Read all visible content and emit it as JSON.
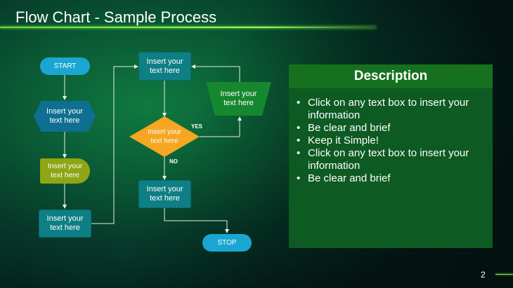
{
  "slide": {
    "title": "Flow Chart - Sample Process",
    "page_number": "2"
  },
  "flowchart": {
    "start": "START",
    "step_hex": [
      "Insert your",
      "text here"
    ],
    "step_lozenge": [
      "Insert your",
      "text here"
    ],
    "step_left_bottom": [
      "Insert your",
      "text here"
    ],
    "step_top": [
      "Insert your",
      "text here"
    ],
    "decision": [
      "Insert your",
      "text here"
    ],
    "step_trap": [
      "Insert your",
      "text here"
    ],
    "step_after_no": [
      "Insert your",
      "text here"
    ],
    "yes_label": "YES",
    "no_label": "NO",
    "stop": "STOP"
  },
  "description": {
    "heading": "Description",
    "bullets": [
      "Click on any text box to insert your information",
      "Be clear and brief",
      "Keep it Simple!",
      "Click on any text box to insert your information",
      "Be clear and brief"
    ]
  },
  "colors": {
    "pill": "#1aa6d2",
    "box": "#0e7f84",
    "hex": "#0e6f92",
    "lozenge": "#8fa513",
    "diamond": "#f5a623",
    "trapezoid": "#15882f",
    "panel_head": "#16711e",
    "panel_body": "#0d5a23",
    "accent_line": "#8cf04c"
  }
}
